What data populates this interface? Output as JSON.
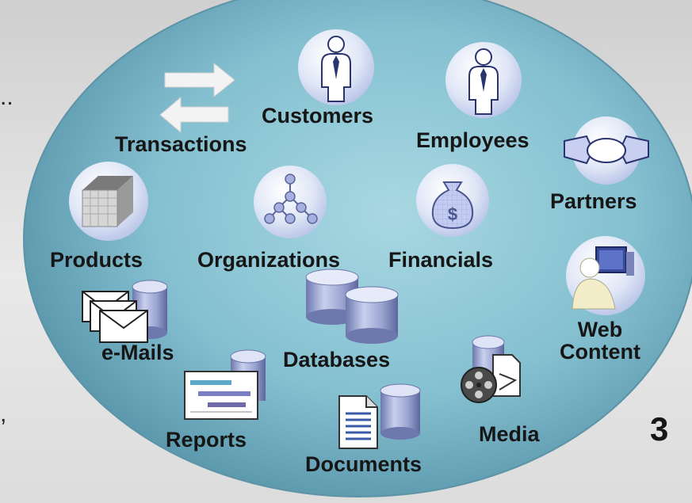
{
  "left_edge_text": {
    "top": "..",
    "bottom": ","
  },
  "page_number": "3",
  "colors": {
    "ellipse_center": "#8ec8d6",
    "ellipse_edge": "#4f8da2",
    "icon_fill": "#b9c3e8",
    "cylinder": "#9aa3c8"
  },
  "items": {
    "transactions": "Transactions",
    "customers": "Customers",
    "employees": "Employees",
    "partners": "Partners",
    "products": "Products",
    "organizations": "Organizations",
    "financials": "Financials",
    "web_content_line1": "Web",
    "web_content_line2": "Content",
    "emails": "e-Mails",
    "databases": "Databases",
    "reports": "Reports",
    "documents": "Documents",
    "media": "Media"
  },
  "icons": [
    "arrows-icon",
    "customer-person-icon",
    "employee-person-icon",
    "handshake-icon",
    "cube-icon",
    "org-chart-icon",
    "money-bag-icon",
    "web-user-icon",
    "envelopes-icon",
    "database-cylinders-icon",
    "report-chart-icon",
    "document-icon",
    "film-reel-icon"
  ]
}
